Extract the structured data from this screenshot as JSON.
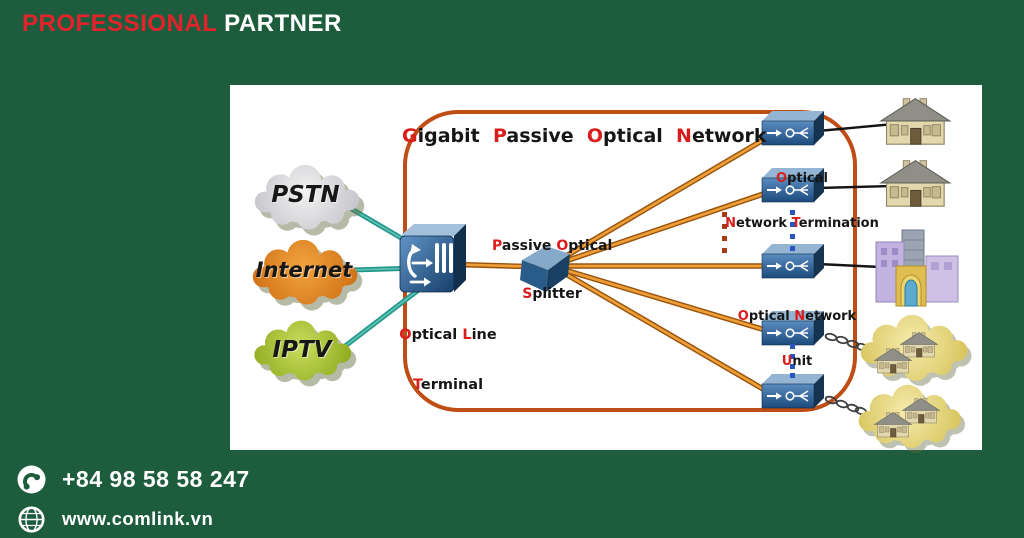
{
  "header": {
    "highlight": "PROFESSIONAL",
    "rest": " PARTNER"
  },
  "contact": {
    "phone": "+84 98 58 58 247",
    "website": "www.comlink.vn",
    "phone_icon": "phone-icon",
    "website_icon": "globe-icon"
  },
  "diagram": {
    "title": {
      "t1": "G",
      "t2": "igabit  ",
      "t3": "P",
      "t4": "assive  ",
      "t5": "O",
      "t6": "ptical  ",
      "t7": "N",
      "t8": "etwork"
    },
    "clouds": [
      {
        "label": "PSTN",
        "color": "#d8d8da"
      },
      {
        "label": "Internet",
        "color": "#e08a2a"
      },
      {
        "label": "IPTV",
        "color": "#a8c33c"
      }
    ],
    "olt": {
      "a": "O",
      "b": "ptical ",
      "c": "L",
      "d": "ine",
      "e": "T",
      "f": "erminal"
    },
    "splitter": {
      "a": "P",
      "b": "assive ",
      "c": "O",
      "d": "ptical",
      "e": "S",
      "f": "plitter"
    },
    "ont": {
      "a": "O",
      "b": "ptical",
      "c": "N",
      "d": "etwork ",
      "e": "T",
      "f": "ermination"
    },
    "onu": {
      "a": "O",
      "b": "ptical ",
      "c": "N",
      "d": "etwork",
      "e": "U",
      "f": "nit"
    }
  },
  "colors": {
    "background": "#1d5c3c",
    "accent_red": "#e3232b",
    "diagram_border": "#bf4d16",
    "fiber_orange": "#e4932f",
    "uplink_teal": "#3ba398",
    "device_blue": "#2f6398"
  }
}
